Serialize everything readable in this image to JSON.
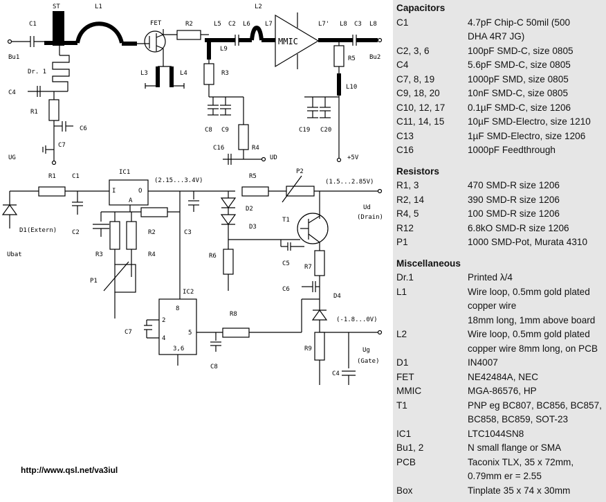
{
  "schematic_top": {
    "labels": {
      "st": "ST",
      "l1": "L1",
      "c1": "C1",
      "fet": "FET",
      "r2": "R2",
      "l2": "L2",
      "l5": "L5",
      "c2": "C2",
      "l6": "L6",
      "l7": "L7",
      "mmic": "MMIC",
      "l7p": "L7'",
      "l8a": "L8",
      "c3": "C3",
      "l8b": "L8",
      "bu1": "Bu1",
      "bu2": "Bu2",
      "dr1": "Dr. 1",
      "l3": "L3",
      "l4": "L4",
      "l9": "L9",
      "r3": "R3",
      "r5": "R5",
      "l10": "L10",
      "c4": "C4",
      "r1": "R1",
      "c6": "C6",
      "c7": "C7",
      "ug": "UG",
      "c8": "C8",
      "c9": "C9",
      "c19": "C19",
      "c20": "C20",
      "c16": "C16",
      "r4": "R4",
      "ud": "UD",
      "v5": "+5V"
    }
  },
  "schematic_bottom": {
    "labels": {
      "r1": "R1",
      "c1": "C1",
      "ic1": "IC1",
      "in_i": "I",
      "in_o": "O",
      "in_a": "A",
      "v_range1": "(2.15...3.4V)",
      "r5": "R5",
      "p2": "P2",
      "v_range2": "(1.5...2.85V)",
      "d1": "D1(Extern)",
      "ubat": "Ubat",
      "c2": "C2",
      "r3": "R3",
      "r2": "R2",
      "r4": "R4",
      "c3": "C3",
      "d2": "D2",
      "d3": "D3",
      "t1": "T1",
      "ud": "Ud",
      "drain": "(Drain)",
      "p1": "P1",
      "r6": "R6",
      "c5": "C5",
      "r7": "R7",
      "c6": "C6",
      "d4": "D4",
      "v_range3": "(-1.8...0V)",
      "ic2": "IC2",
      "p8": "8",
      "p2n": "2",
      "p4": "4",
      "p5": "5",
      "p36": "3,6",
      "c7": "C7",
      "r8": "R8",
      "c8": "C8",
      "r9": "R9",
      "c4": "C4",
      "ug": "Ug",
      "gate": "(Gate)"
    }
  },
  "url": "http://www.qsl.net/va3iul",
  "parts_list": {
    "sections": [
      {
        "title": "Capacitors",
        "rows": [
          {
            "ref": "C1",
            "lines": [
              "4.7pF Chip-C 50mil (500",
              "DHA 4R7 JG)"
            ]
          },
          {
            "ref": "C2, 3, 6",
            "lines": [
              "100pF SMD-C, size 0805"
            ]
          },
          {
            "ref": "C4",
            "lines": [
              "5.6pF SMD-C, size 0805"
            ]
          },
          {
            "ref": "C7, 8, 19",
            "lines": [
              "1000pF SMD, size 0805"
            ]
          },
          {
            "ref": "C9, 18, 20",
            "lines": [
              "10nF SMD-C, size 0805"
            ]
          },
          {
            "ref": "C10, 12, 17",
            "lines": [
              "0.1µF SMD-C, size 1206"
            ]
          },
          {
            "ref": "C11, 14, 15",
            "lines": [
              "10µF SMD-Electro, size 1210"
            ]
          },
          {
            "ref": "C13",
            "lines": [
              "1µF SMD-Electro, size 1206"
            ]
          },
          {
            "ref": "C16",
            "lines": [
              "1000pF Feedthrough"
            ]
          }
        ]
      },
      {
        "title": "Resistors",
        "rows": [
          {
            "ref": "R1, 3",
            "lines": [
              "470 SMD-R size 1206"
            ]
          },
          {
            "ref": "R2, 14",
            "lines": [
              "390 SMD-R size 1206"
            ]
          },
          {
            "ref": "R4, 5",
            "lines": [
              "100 SMD-R size 1206"
            ]
          },
          {
            "ref": "R12",
            "lines": [
              "6.8kO SMD-R size 1206"
            ]
          },
          {
            "ref": "P1",
            "lines": [
              "1000 SMD-Pot, Murata 4310"
            ]
          }
        ]
      },
      {
        "title": "Miscellaneous",
        "rows": [
          {
            "ref": "Dr.1",
            "lines": [
              "Printed λ/4"
            ]
          },
          {
            "ref": "L1",
            "lines": [
              "Wire loop, 0.5mm gold plated",
              "copper wire",
              "18mm long, 1mm above board"
            ]
          },
          {
            "ref": "L2",
            "lines": [
              "Wire loop, 0.5mm gold plated",
              "copper wire 8mm long, on PCB"
            ]
          },
          {
            "ref": "D1",
            "lines": [
              "IN4007"
            ]
          },
          {
            "ref": "FET",
            "lines": [
              "NE42484A, NEC"
            ]
          },
          {
            "ref": "MMIC",
            "lines": [
              "MGA-86576, HP"
            ]
          },
          {
            "ref": "T1",
            "lines": [
              "PNP eg BC807, BC856, BC857,",
              "BC858, BC859, SOT-23"
            ]
          },
          {
            "ref": "IC1",
            "lines": [
              "LTC1044SN8"
            ]
          },
          {
            "ref": "Bu1, 2",
            "lines": [
              "N small flange or SMA"
            ]
          },
          {
            "ref": "PCB",
            "lines": [
              "Taconix TLX, 35 x 72mm,",
              "0.79mm er = 2.55"
            ]
          },
          {
            "ref": "Box",
            "lines": [
              "Tinplate 35 x 74 x 30mm"
            ]
          }
        ]
      }
    ]
  }
}
